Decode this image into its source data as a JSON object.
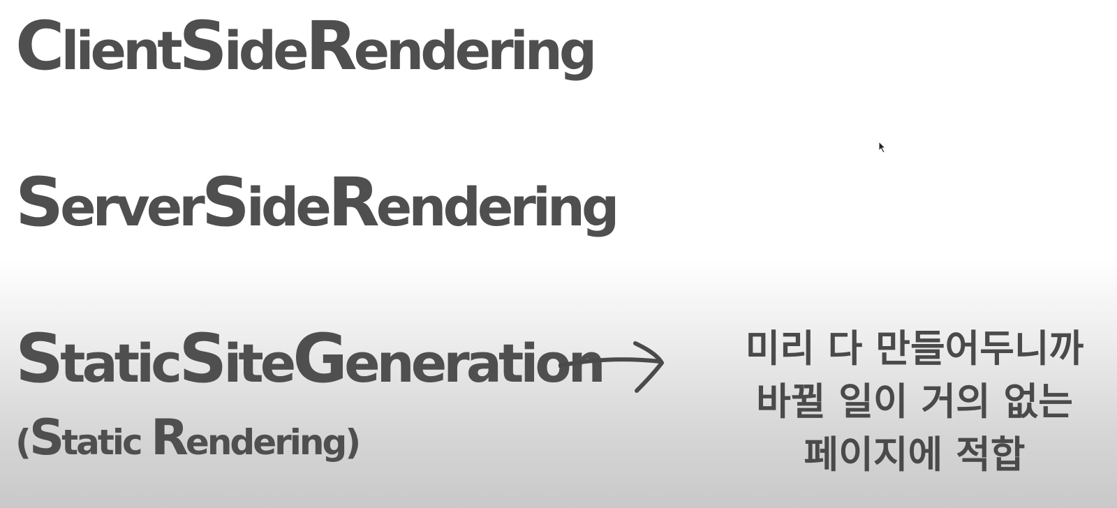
{
  "terms": {
    "csr": {
      "caps": [
        "C",
        "S",
        "R"
      ],
      "rest": [
        "lient",
        "ide",
        "endering"
      ]
    },
    "ssr": {
      "caps": [
        "S",
        "S",
        "R"
      ],
      "rest": [
        "erver",
        "ide",
        "endering"
      ]
    },
    "ssg": {
      "caps": [
        "S",
        "S",
        "G"
      ],
      "rest": [
        "tatic",
        "ite",
        "eneration"
      ]
    }
  },
  "subtitle": {
    "open": "(",
    "cap1": "S",
    "rest1": "tatic ",
    "cap2": "R",
    "rest2": "endering)"
  },
  "note": {
    "lines": [
      "미리 다 만들어두니까",
      "바뀔 일이 거의 없는",
      "페이지에 적합"
    ]
  },
  "colors": {
    "text": "#4f4f4f",
    "background_top": "#ffffff",
    "background_bottom": "#c9c9c9"
  },
  "icons": {
    "arrow": "right-arrow-icon",
    "cursor": "mouse-cursor-icon"
  }
}
